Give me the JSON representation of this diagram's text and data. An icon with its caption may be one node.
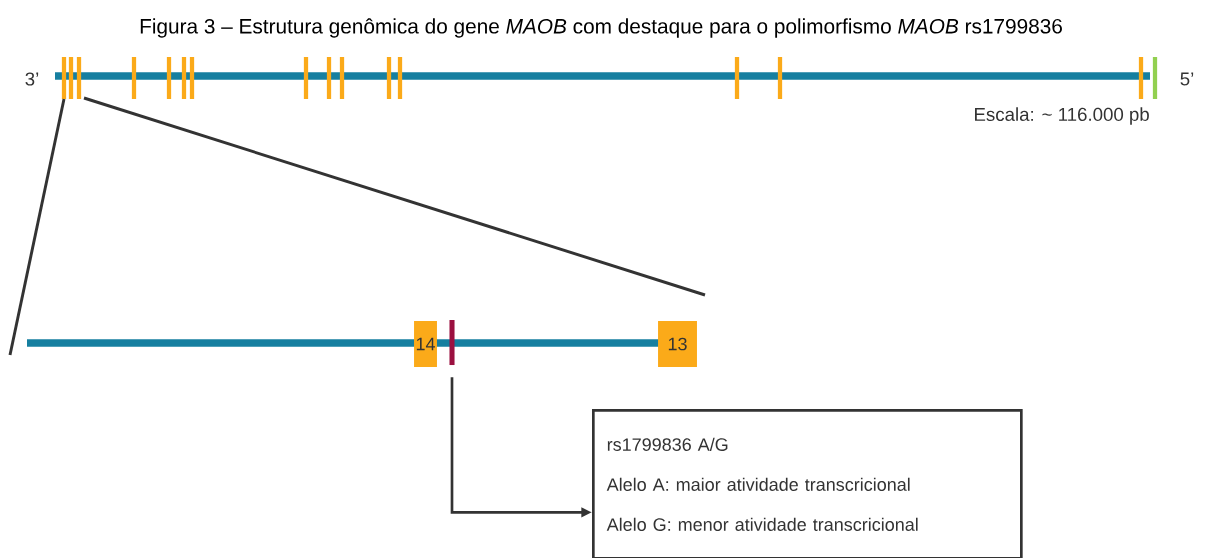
{
  "diagram": {
    "title": "Figura 3 – Estrutura genômica do gene *MAOB* com destaque para o polimorfismo *MAOB* rs1799836",
    "nodes": [
      {
        "text": [
          "14"
        ]
      },
      {
        "text": [
          "13"
        ]
      },
      {
        "text": [],
        "shape": "bar"
      },
      {
        "text": [
          "rs1799836 A/G",
          "Alelo A: maior atividade transcricional",
          "Alelo G: menor atividade transcricional"
        ]
      }
    ],
    "edges": [
      {
        "from": 2,
        "to": 3,
        "arrow": "to"
      }
    ],
    "labels": [
      "3’",
      "5’",
      "Escala: ~ 116.000 pb"
    ]
  }
}
